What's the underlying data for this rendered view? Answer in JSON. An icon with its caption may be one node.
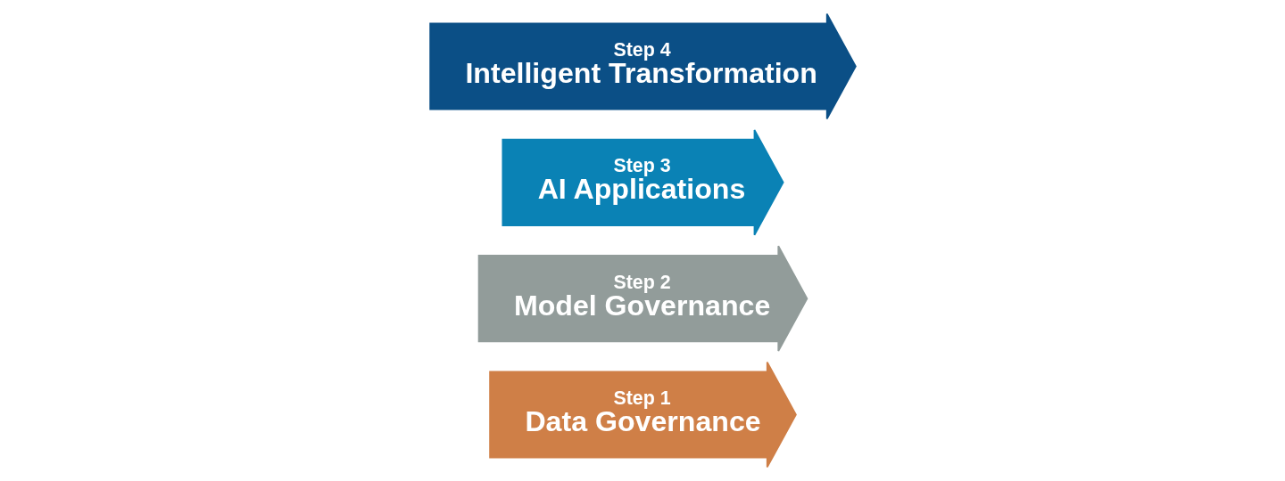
{
  "diagram": {
    "nodes": [
      {
        "text": [
          "Step 1",
          "Data Governance"
        ]
      },
      {
        "text": [
          "Step 2",
          "Model Governance"
        ]
      },
      {
        "text": [
          "Step 3",
          "AI Applications"
        ]
      },
      {
        "text": [
          "Step 4",
          "Intelligent Transformation"
        ]
      }
    ]
  }
}
